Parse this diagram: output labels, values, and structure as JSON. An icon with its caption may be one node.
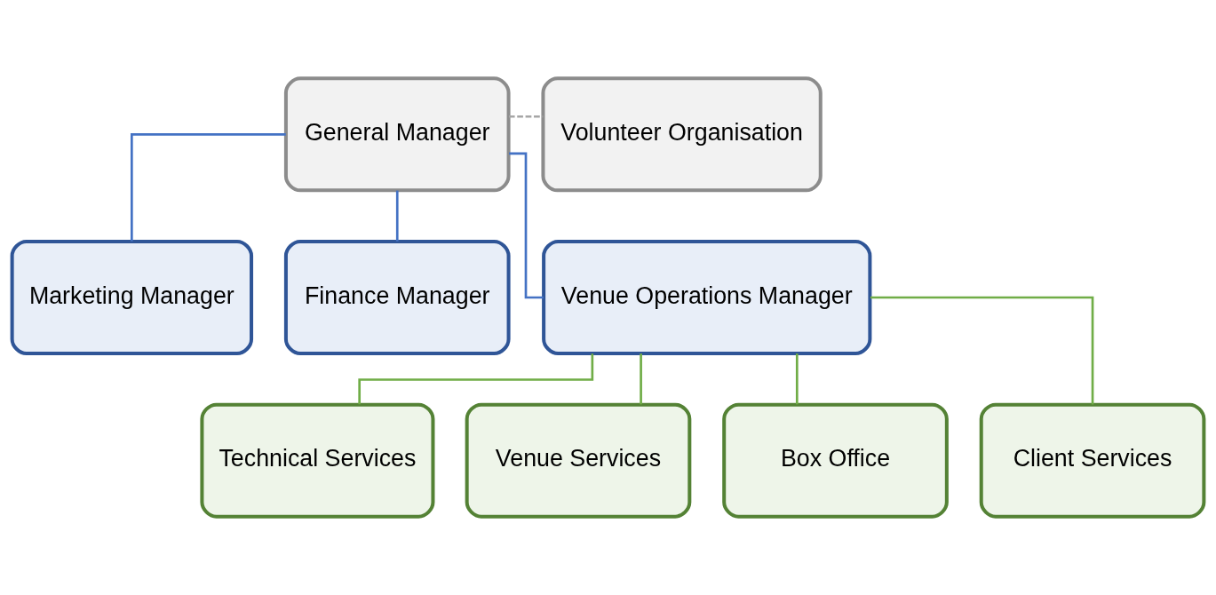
{
  "diagram": {
    "nodes": [
      {
        "text": [
          "General Manager"
        ]
      },
      {
        "text": [
          "Volunteer Organisation"
        ]
      },
      {
        "text": [
          "Marketing Manager"
        ]
      },
      {
        "text": [
          "Finance Manager"
        ]
      },
      {
        "text": [
          "Venue Operations Manager"
        ]
      },
      {
        "text": [
          "Technical Services"
        ]
      },
      {
        "text": [
          "Venue Services"
        ]
      },
      {
        "text": [
          "Box Office"
        ]
      },
      {
        "text": [
          "Client Services"
        ]
      }
    ],
    "edges": [
      {
        "from": 0,
        "to": 1,
        "arrow": "none",
        "style": "dashed",
        "color": "#a6a6a6"
      },
      {
        "from": 0,
        "to": 2,
        "arrow": "none",
        "color": "#4472c4"
      },
      {
        "from": 0,
        "to": 3,
        "arrow": "none",
        "color": "#4472c4"
      },
      {
        "from": 0,
        "to": 4,
        "arrow": "none",
        "color": "#4472c4"
      },
      {
        "from": 4,
        "to": 5,
        "arrow": "none"
      },
      {
        "from": 4,
        "to": 6,
        "arrow": "none"
      },
      {
        "from": 4,
        "to": 7,
        "arrow": "none"
      },
      {
        "from": 4,
        "to": 8,
        "arrow": "none"
      }
    ]
  }
}
